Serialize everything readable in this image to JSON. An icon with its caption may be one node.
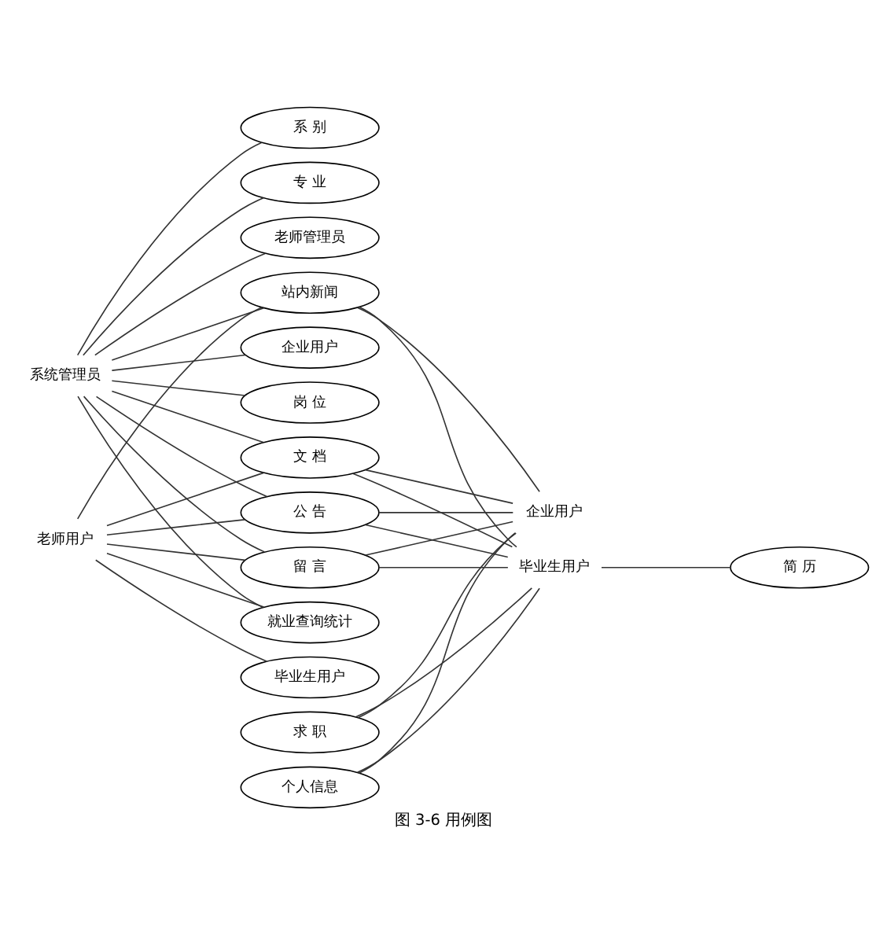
{
  "diagram": {
    "caption": "图 3-6 用例图",
    "nodes": [
      {
        "text": [
          "系统管理员"
        ]
      },
      {
        "text": [
          "老师用户"
        ]
      },
      {
        "text": [
          "系 别"
        ]
      },
      {
        "text": [
          "专 业"
        ]
      },
      {
        "text": [
          "老师管理员"
        ]
      },
      {
        "text": [
          "站内新闻"
        ]
      },
      {
        "text": [
          "企业用户"
        ]
      },
      {
        "text": [
          "岗 位"
        ]
      },
      {
        "text": [
          "文 档"
        ]
      },
      {
        "text": [
          "公 告"
        ]
      },
      {
        "text": [
          "留 言"
        ]
      },
      {
        "text": [
          "就业查询统计"
        ]
      },
      {
        "text": [
          "毕业生用户"
        ]
      },
      {
        "text": [
          "求 职"
        ]
      },
      {
        "text": [
          "个人信息"
        ]
      },
      {
        "text": [
          "企业用户"
        ]
      },
      {
        "text": [
          "毕业生用户"
        ]
      },
      {
        "text": [
          "简 历"
        ]
      }
    ],
    "edges": [
      {
        "from": 0,
        "to": 2,
        "arrow": "none"
      },
      {
        "from": 0,
        "to": 3,
        "arrow": "none"
      },
      {
        "from": 0,
        "to": 4,
        "arrow": "none"
      },
      {
        "from": 0,
        "to": 5,
        "arrow": "none"
      },
      {
        "from": 0,
        "to": 6,
        "arrow": "none"
      },
      {
        "from": 0,
        "to": 7,
        "arrow": "none"
      },
      {
        "from": 0,
        "to": 8,
        "arrow": "none"
      },
      {
        "from": 0,
        "to": 9,
        "arrow": "none"
      },
      {
        "from": 0,
        "to": 10,
        "arrow": "none"
      },
      {
        "from": 0,
        "to": 11,
        "arrow": "none"
      },
      {
        "from": 1,
        "to": 5,
        "arrow": "none"
      },
      {
        "from": 1,
        "to": 8,
        "arrow": "none"
      },
      {
        "from": 1,
        "to": 9,
        "arrow": "none"
      },
      {
        "from": 1,
        "to": 10,
        "arrow": "none"
      },
      {
        "from": 1,
        "to": 11,
        "arrow": "none"
      },
      {
        "from": 1,
        "to": 12,
        "arrow": "none"
      },
      {
        "from": 15,
        "to": 5,
        "arrow": "none"
      },
      {
        "from": 15,
        "to": 8,
        "arrow": "none"
      },
      {
        "from": 15,
        "to": 9,
        "arrow": "none"
      },
      {
        "from": 15,
        "to": 10,
        "arrow": "none"
      },
      {
        "from": 15,
        "to": 13,
        "arrow": "none"
      },
      {
        "from": 15,
        "to": 14,
        "arrow": "none"
      },
      {
        "from": 16,
        "to": 5,
        "arrow": "none"
      },
      {
        "from": 16,
        "to": 8,
        "arrow": "none"
      },
      {
        "from": 16,
        "to": 9,
        "arrow": "none"
      },
      {
        "from": 16,
        "to": 10,
        "arrow": "none"
      },
      {
        "from": 16,
        "to": 13,
        "arrow": "none"
      },
      {
        "from": 16,
        "to": 14,
        "arrow": "none"
      },
      {
        "from": 16,
        "to": 17,
        "arrow": "none"
      }
    ]
  }
}
